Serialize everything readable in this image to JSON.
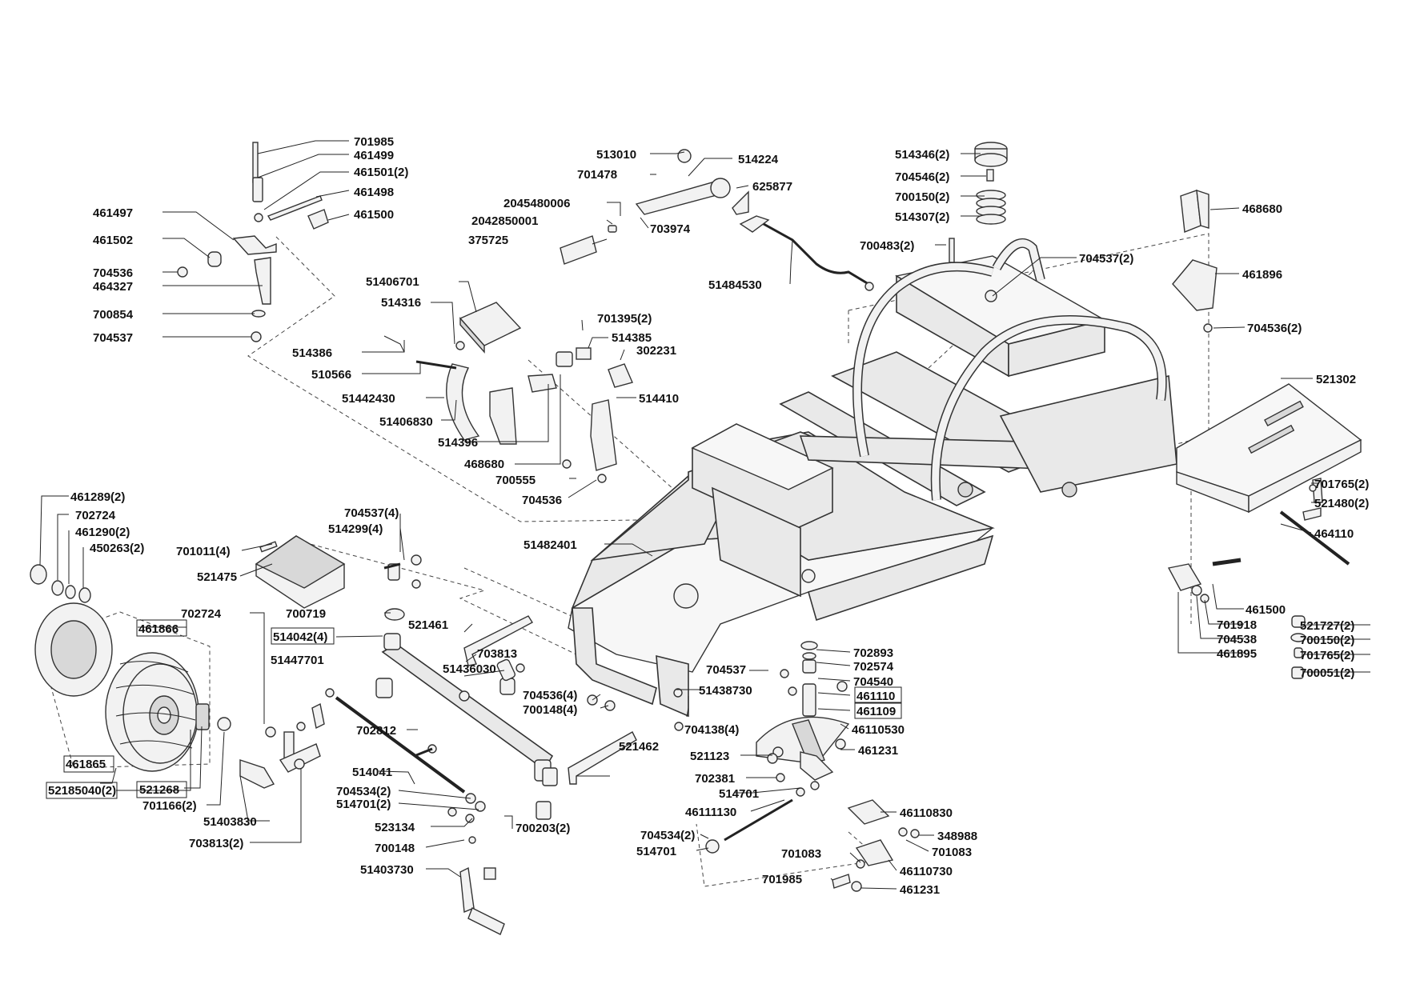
{
  "diagram": {
    "labels": [
      {
        "id": "l1",
        "text": "701985"
      },
      {
        "id": "l2",
        "text": "461499"
      },
      {
        "id": "l3",
        "text": "461501(2)"
      },
      {
        "id": "l4",
        "text": "461498"
      },
      {
        "id": "l5",
        "text": "461497"
      },
      {
        "id": "l6",
        "text": "461500"
      },
      {
        "id": "l7",
        "text": "461502"
      },
      {
        "id": "l8",
        "text": "704536"
      },
      {
        "id": "l9",
        "text": "464327"
      },
      {
        "id": "l10",
        "text": "700854"
      },
      {
        "id": "l11",
        "text": "704537"
      },
      {
        "id": "l12",
        "text": "513010"
      },
      {
        "id": "l13",
        "text": "514224"
      },
      {
        "id": "l14",
        "text": "701478"
      },
      {
        "id": "l15",
        "text": "625877"
      },
      {
        "id": "l16",
        "text": "2045480006"
      },
      {
        "id": "l17",
        "text": "2042850001"
      },
      {
        "id": "l18",
        "text": "703974"
      },
      {
        "id": "l19",
        "text": "375725"
      },
      {
        "id": "l20",
        "text": "51484530"
      },
      {
        "id": "l21",
        "text": "514346(2)"
      },
      {
        "id": "l22",
        "text": "704546(2)"
      },
      {
        "id": "l23",
        "text": "700150(2)"
      },
      {
        "id": "l24",
        "text": "514307(2)"
      },
      {
        "id": "l25",
        "text": "700483(2)"
      },
      {
        "id": "l26",
        "text": "704537(2)"
      },
      {
        "id": "l27",
        "text": "468680"
      },
      {
        "id": "l28",
        "text": "461896"
      },
      {
        "id": "l29",
        "text": "704536(2)"
      },
      {
        "id": "l30",
        "text": "51406701"
      },
      {
        "id": "l31",
        "text": "514316"
      },
      {
        "id": "l32",
        "text": "701395(2)"
      },
      {
        "id": "l33",
        "text": "514385"
      },
      {
        "id": "l34",
        "text": "302231"
      },
      {
        "id": "l35",
        "text": "514386"
      },
      {
        "id": "l36",
        "text": "510566"
      },
      {
        "id": "l37",
        "text": "51442430"
      },
      {
        "id": "l38",
        "text": "514410"
      },
      {
        "id": "l39",
        "text": "51406830"
      },
      {
        "id": "l40",
        "text": "514396"
      },
      {
        "id": "l41",
        "text": "468680"
      },
      {
        "id": "l42",
        "text": "700555"
      },
      {
        "id": "l43",
        "text": "704536"
      },
      {
        "id": "l44",
        "text": "521302"
      },
      {
        "id": "l45",
        "text": "701765(2)"
      },
      {
        "id": "l46",
        "text": "521480(2)"
      },
      {
        "id": "l47",
        "text": "464110"
      },
      {
        "id": "l48",
        "text": "461289(2)"
      },
      {
        "id": "l49",
        "text": "702724"
      },
      {
        "id": "l50",
        "text": "461290(2)"
      },
      {
        "id": "l51",
        "text": "450263(2)"
      },
      {
        "id": "l52",
        "text": "701011(4)"
      },
      {
        "id": "l53",
        "text": "704537(4)"
      },
      {
        "id": "l54",
        "text": "514299(4)"
      },
      {
        "id": "l55",
        "text": "521475"
      },
      {
        "id": "l56",
        "text": "51482401"
      },
      {
        "id": "l57",
        "text": "702724"
      },
      {
        "id": "l58",
        "text": "461866"
      },
      {
        "id": "l59",
        "text": "700719"
      },
      {
        "id": "l60",
        "text": "521461"
      },
      {
        "id": "l61",
        "text": "514042(4)"
      },
      {
        "id": "l62",
        "text": "51447701"
      },
      {
        "id": "l63",
        "text": "703813"
      },
      {
        "id": "l64",
        "text": "51436030"
      },
      {
        "id": "l65",
        "text": "704537"
      },
      {
        "id": "l66",
        "text": "51438730"
      },
      {
        "id": "l67",
        "text": "704536(4)"
      },
      {
        "id": "l68",
        "text": "700148(4)"
      },
      {
        "id": "l69",
        "text": "702893"
      },
      {
        "id": "l70",
        "text": "702574"
      },
      {
        "id": "l71",
        "text": "704540"
      },
      {
        "id": "l72",
        "text": "461110"
      },
      {
        "id": "l73",
        "text": "461109"
      },
      {
        "id": "l74",
        "text": "704138(4)"
      },
      {
        "id": "l75",
        "text": "46110530"
      },
      {
        "id": "l76",
        "text": "461500"
      },
      {
        "id": "l77",
        "text": "701918"
      },
      {
        "id": "l78",
        "text": "704538"
      },
      {
        "id": "l79",
        "text": "461895"
      },
      {
        "id": "l80",
        "text": "521727(2)"
      },
      {
        "id": "l81",
        "text": "700150(2)"
      },
      {
        "id": "l82",
        "text": "701765(2)"
      },
      {
        "id": "l83",
        "text": "700051(2)"
      },
      {
        "id": "l84",
        "text": "702812"
      },
      {
        "id": "l85",
        "text": "521462"
      },
      {
        "id": "l86",
        "text": "521123"
      },
      {
        "id": "l87",
        "text": "461231"
      },
      {
        "id": "l88",
        "text": "702381"
      },
      {
        "id": "l89",
        "text": "514701"
      },
      {
        "id": "l90",
        "text": "461865"
      },
      {
        "id": "l91",
        "text": "52185040(2)"
      },
      {
        "id": "l92",
        "text": "521268"
      },
      {
        "id": "l93",
        "text": "701166(2)"
      },
      {
        "id": "l94",
        "text": "51403830"
      },
      {
        "id": "l95",
        "text": "703813(2)"
      },
      {
        "id": "l96",
        "text": "514041"
      },
      {
        "id": "l97",
        "text": "704534(2)"
      },
      {
        "id": "l98",
        "text": "514701(2)"
      },
      {
        "id": "l99",
        "text": "700203(2)"
      },
      {
        "id": "l100",
        "text": "523134"
      },
      {
        "id": "l101",
        "text": "700148"
      },
      {
        "id": "l102",
        "text": "51403730"
      },
      {
        "id": "l103",
        "text": "46111130"
      },
      {
        "id": "l104",
        "text": "46110830"
      },
      {
        "id": "l105",
        "text": "704534(2)"
      },
      {
        "id": "l106",
        "text": "348988"
      },
      {
        "id": "l107",
        "text": "514701"
      },
      {
        "id": "l108",
        "text": "701083"
      },
      {
        "id": "l109",
        "text": "701083"
      },
      {
        "id": "l110",
        "text": "46110730"
      },
      {
        "id": "l111",
        "text": "701985"
      },
      {
        "id": "l112",
        "text": "461231"
      }
    ]
  }
}
